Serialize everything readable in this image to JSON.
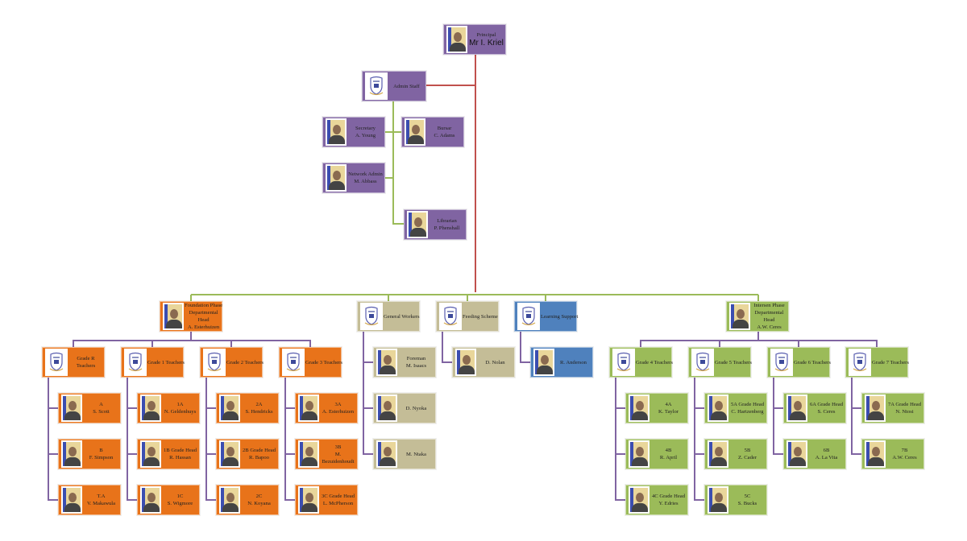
{
  "colors": {
    "purple": "#8064a2",
    "orange": "#e8731a",
    "tan": "#c4bd97",
    "blue": "#4f81bd",
    "green": "#9bbb59",
    "red": "#c0504d"
  },
  "nodes": [
    {
      "id": "principal",
      "color": "purple",
      "icon": "photo",
      "lines": [
        "Principal",
        "Mr I. Kriel"
      ]
    },
    {
      "id": "admin",
      "color": "purple",
      "icon": "crest",
      "lines": [
        "Admin Staff"
      ]
    },
    {
      "id": "secretary",
      "color": "purple",
      "icon": "photo",
      "lines": [
        "Secretary",
        "A. Young"
      ]
    },
    {
      "id": "bursar",
      "color": "purple",
      "icon": "photo",
      "lines": [
        "Bursar",
        "C. Adams"
      ]
    },
    {
      "id": "netadmin",
      "color": "purple",
      "icon": "photo",
      "lines": [
        "Network Admin",
        "M. Abbass"
      ]
    },
    {
      "id": "librarian",
      "color": "purple",
      "icon": "photo",
      "lines": [
        "Librarian",
        "P. Phenshall"
      ]
    },
    {
      "id": "foundation",
      "color": "orange",
      "icon": "photo",
      "lines": [
        "Foundation Phase",
        "Departmental",
        "Head",
        "A. Esterhuizen"
      ]
    },
    {
      "id": "general",
      "color": "tan",
      "icon": "crest",
      "lines": [
        "General Workers"
      ]
    },
    {
      "id": "feeding",
      "color": "tan",
      "icon": "crest",
      "lines": [
        "Feeding Scheme"
      ]
    },
    {
      "id": "learning",
      "color": "blue",
      "icon": "crest",
      "lines": [
        "Learning Support"
      ]
    },
    {
      "id": "intersen",
      "color": "green",
      "icon": "photo",
      "lines": [
        "Intersen Phase",
        "Departmental",
        "Head",
        "A.W. Ceres"
      ]
    },
    {
      "id": "gradeR",
      "color": "orange",
      "icon": "crest",
      "lines": [
        "Grade R",
        "Teachers"
      ]
    },
    {
      "id": "grade1",
      "color": "orange",
      "icon": "crest",
      "lines": [
        "Grade 1 Teachers"
      ]
    },
    {
      "id": "grade2",
      "color": "orange",
      "icon": "crest",
      "lines": [
        "Grade 2 Teachers"
      ]
    },
    {
      "id": "grade3",
      "color": "orange",
      "icon": "crest",
      "lines": [
        "Grade 3 Teachers"
      ]
    },
    {
      "id": "rA",
      "color": "orange",
      "icon": "photo",
      "lines": [
        "A",
        "S. Scott"
      ]
    },
    {
      "id": "rB",
      "color": "orange",
      "icon": "photo",
      "lines": [
        "B",
        "F. Simpson"
      ]
    },
    {
      "id": "rTA",
      "color": "orange",
      "icon": "photo",
      "lines": [
        "T.A",
        "V. Makawula"
      ]
    },
    {
      "id": "g1A",
      "color": "orange",
      "icon": "photo",
      "lines": [
        "1A",
        "N. Geldenhuys"
      ]
    },
    {
      "id": "g1B",
      "color": "orange",
      "icon": "photo",
      "lines": [
        "1B Grade Head",
        "R. Hassan"
      ]
    },
    {
      "id": "g1C",
      "color": "orange",
      "icon": "photo",
      "lines": [
        "1C",
        "S. Wigmore"
      ]
    },
    {
      "id": "g2A",
      "color": "orange",
      "icon": "photo",
      "lines": [
        "2A",
        "S. Hendricks"
      ]
    },
    {
      "id": "g2B",
      "color": "orange",
      "icon": "photo",
      "lines": [
        "2B Grade Head",
        "R. Bapoo"
      ]
    },
    {
      "id": "g2C",
      "color": "orange",
      "icon": "photo",
      "lines": [
        "2C",
        "N. Koyana"
      ]
    },
    {
      "id": "g3A",
      "color": "orange",
      "icon": "photo",
      "lines": [
        "3A",
        "A. Esterhuizen"
      ]
    },
    {
      "id": "g3B",
      "color": "orange",
      "icon": "photo",
      "lines": [
        "3B",
        "M.",
        "Bezuidenhoudt"
      ]
    },
    {
      "id": "g3C",
      "color": "orange",
      "icon": "photo",
      "lines": [
        "3C Grade Head",
        "L. McPherson"
      ]
    },
    {
      "id": "gwForeman",
      "color": "tan",
      "icon": "photo",
      "lines": [
        "Foreman",
        "M. Isaacs"
      ]
    },
    {
      "id": "gwNyoka",
      "color": "tan",
      "icon": "photo",
      "lines": [
        "D. Nyoka"
      ]
    },
    {
      "id": "gwNtaka",
      "color": "tan",
      "icon": "photo",
      "lines": [
        "M. Ntaka"
      ]
    },
    {
      "id": "fsNolan",
      "color": "tan",
      "icon": "photo",
      "lines": [
        "D. Nolan"
      ]
    },
    {
      "id": "lsAnderson",
      "color": "blue",
      "icon": "photo",
      "lines": [
        "R. Anderson"
      ]
    },
    {
      "id": "grade4",
      "color": "green",
      "icon": "crest",
      "lines": [
        "Grade 4 Teachers"
      ]
    },
    {
      "id": "grade5",
      "color": "green",
      "icon": "crest",
      "lines": [
        "Grade 5 Teachers"
      ]
    },
    {
      "id": "grade6",
      "color": "green",
      "icon": "crest",
      "lines": [
        "Grade 6 Teachers"
      ]
    },
    {
      "id": "grade7",
      "color": "green",
      "icon": "crest",
      "lines": [
        "Grade 7 Teachers"
      ]
    },
    {
      "id": "g4A",
      "color": "green",
      "icon": "photo",
      "lines": [
        "4A",
        "K. Taylor"
      ]
    },
    {
      "id": "g4B",
      "color": "green",
      "icon": "photo",
      "lines": [
        "4B",
        "R. April"
      ]
    },
    {
      "id": "g4C",
      "color": "green",
      "icon": "photo",
      "lines": [
        "4C Grade Head",
        "Y. Edries"
      ]
    },
    {
      "id": "g5A",
      "color": "green",
      "icon": "photo",
      "lines": [
        "5A Grade Head",
        "C. Hartzenberg"
      ]
    },
    {
      "id": "g5B",
      "color": "green",
      "icon": "photo",
      "lines": [
        "5B",
        "Z. Cader"
      ]
    },
    {
      "id": "g5C",
      "color": "green",
      "icon": "photo",
      "lines": [
        "5C",
        "S. Bucks"
      ]
    },
    {
      "id": "g6A",
      "color": "green",
      "icon": "photo",
      "lines": [
        "6A Grade Head",
        "S. Ceres"
      ]
    },
    {
      "id": "g6B",
      "color": "green",
      "icon": "photo",
      "lines": [
        "6B",
        "A. La Vita"
      ]
    },
    {
      "id": "g7A",
      "color": "green",
      "icon": "photo",
      "lines": [
        "7A Grade Head",
        "N. Ntosi"
      ]
    },
    {
      "id": "g7B",
      "color": "green",
      "icon": "photo",
      "lines": [
        "7B",
        "A.W. Ceres"
      ]
    }
  ]
}
